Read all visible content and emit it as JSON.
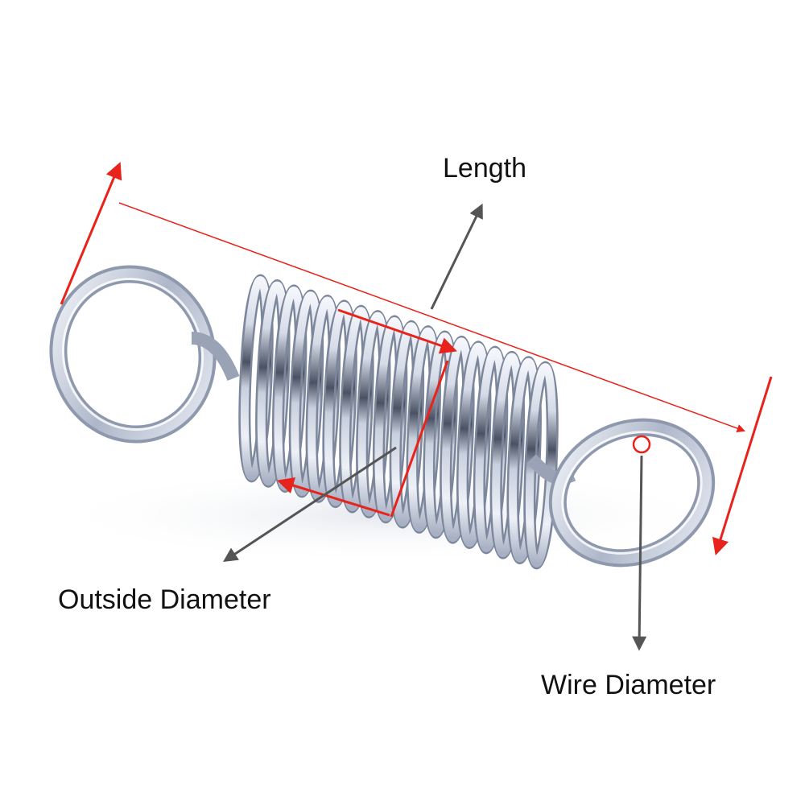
{
  "labels": {
    "length": "Length",
    "outside_diameter": "Outside Diameter",
    "wire_diameter": "Wire Diameter"
  },
  "colors": {
    "dimension_arrow": "#e8231b",
    "pointer_arrow": "#555555",
    "spring_light": "#f2f5fb",
    "spring_mid": "#b9c2d4",
    "spring_dark": "#3a4152",
    "text": "#111111"
  },
  "image": {
    "subject": "extension-spring",
    "coil_count": 18
  }
}
